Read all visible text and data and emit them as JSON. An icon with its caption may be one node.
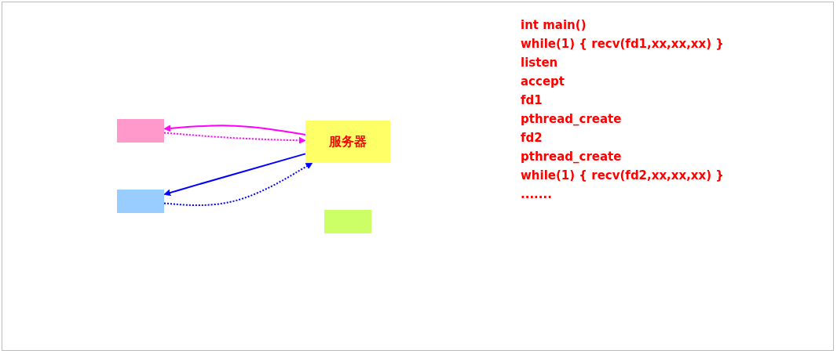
{
  "diagram": {
    "nodes": [
      {
        "text": [
          "服务器"
        ]
      },
      {
        "text": [],
        "shape": "box"
      },
      {
        "text": [],
        "shape": "box"
      },
      {
        "text": [],
        "shape": "box"
      }
    ],
    "edges": [
      {
        "from": 1,
        "to": 0,
        "arrow": "to",
        "style": "dashed",
        "color": "#ff00ff"
      },
      {
        "from": 0,
        "to": 1,
        "arrow": "to",
        "color": "#ff00ff"
      },
      {
        "from": 2,
        "to": 0,
        "arrow": "to",
        "style": "dashed",
        "color": "#0000ff"
      },
      {
        "from": 0,
        "to": 2,
        "arrow": "to",
        "color": "#0000ff"
      }
    ],
    "labels": [
      "int main()",
      "while(1) { recv(fd1,xx,xx,xx) }",
      "listen",
      "accept",
      "fd1",
      "pthread_create",
      "fd2",
      "pthread_create",
      "while(1) { recv(fd2,xx,xx,xx) }",
      "......."
    ]
  }
}
